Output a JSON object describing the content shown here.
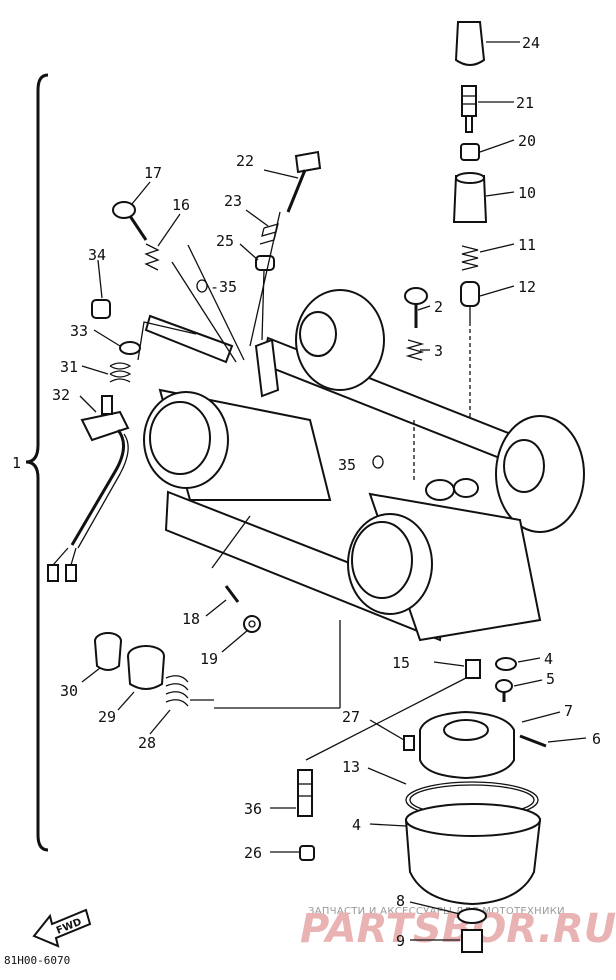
{
  "callouts": [
    {
      "id": "c24",
      "label": "24"
    },
    {
      "id": "c21",
      "label": "21"
    },
    {
      "id": "c20",
      "label": "20"
    },
    {
      "id": "c10",
      "label": "10"
    },
    {
      "id": "c11",
      "label": "11"
    },
    {
      "id": "c12",
      "label": "12"
    },
    {
      "id": "c22",
      "label": "22"
    },
    {
      "id": "c17",
      "label": "17"
    },
    {
      "id": "c16",
      "label": "16"
    },
    {
      "id": "c23",
      "label": "23"
    },
    {
      "id": "c25",
      "label": "25"
    },
    {
      "id": "c35a",
      "label": "-35"
    },
    {
      "id": "c34",
      "label": "34"
    },
    {
      "id": "c33",
      "label": "33"
    },
    {
      "id": "c31",
      "label": "31"
    },
    {
      "id": "c32",
      "label": "32"
    },
    {
      "id": "c2",
      "label": "2"
    },
    {
      "id": "c3",
      "label": "3"
    },
    {
      "id": "c35b",
      "label": "35"
    },
    {
      "id": "c1",
      "label": "1"
    },
    {
      "id": "c18",
      "label": "18"
    },
    {
      "id": "c19",
      "label": "19"
    },
    {
      "id": "c30",
      "label": "30"
    },
    {
      "id": "c29",
      "label": "29"
    },
    {
      "id": "c28",
      "label": "28"
    },
    {
      "id": "c15",
      "label": "15"
    },
    {
      "id": "c4a",
      "label": "4"
    },
    {
      "id": "c5",
      "label": "5"
    },
    {
      "id": "c7",
      "label": "7"
    },
    {
      "id": "c27",
      "label": "27"
    },
    {
      "id": "c6",
      "label": "6"
    },
    {
      "id": "c13",
      "label": "13"
    },
    {
      "id": "c36",
      "label": "36"
    },
    {
      "id": "c4b",
      "label": "4"
    },
    {
      "id": "c26",
      "label": "26"
    },
    {
      "id": "c8",
      "label": "8"
    },
    {
      "id": "c9",
      "label": "9"
    }
  ],
  "fwd_label": "FWD",
  "figure_code": "81H00-6070",
  "watermark": {
    "top_text": "ЗАПЧАСТИ И АКСЕССУАРЫ ДЛЯ МОТОТЕХНИКИ",
    "brand_text": "PARTSBOR.RU"
  }
}
